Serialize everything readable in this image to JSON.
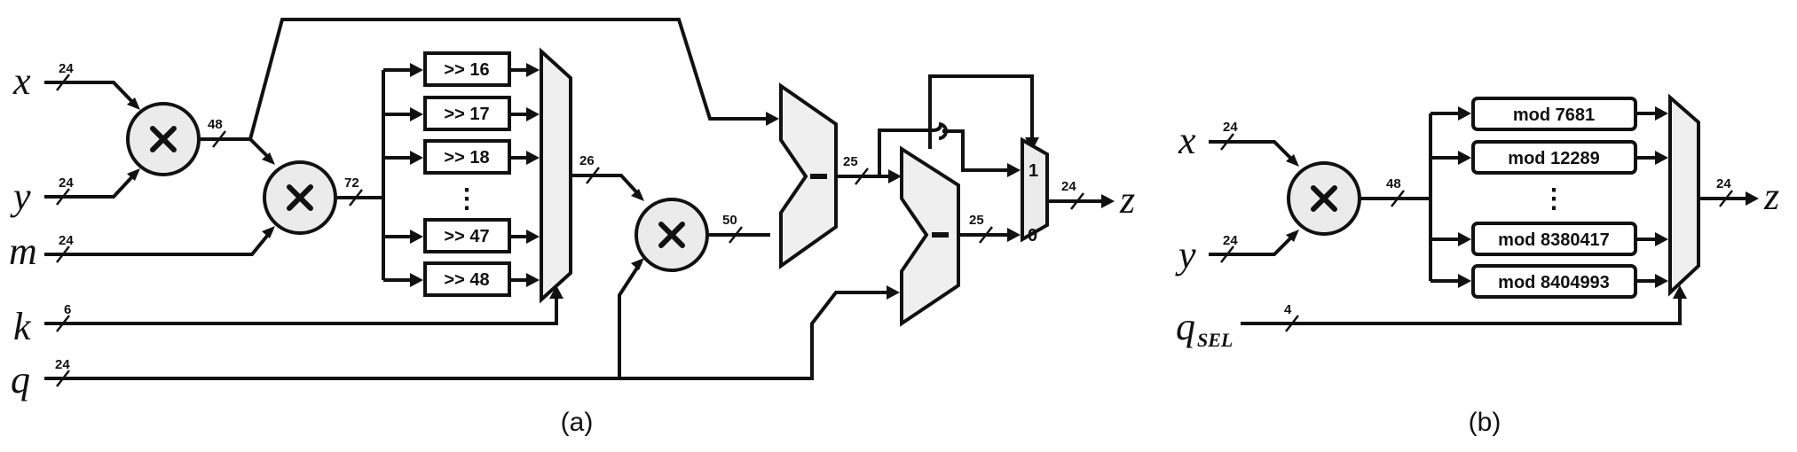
{
  "part_a": {
    "caption": "(a)",
    "inputs": {
      "x": "x",
      "y": "y",
      "m": "m",
      "k": "k",
      "q": "q"
    },
    "output": "z",
    "widths": {
      "x": "24",
      "y": "24",
      "m": "24",
      "k": "6",
      "q": "24",
      "mul1": "48",
      "mul2": "72",
      "shift_mux": "26",
      "mul3": "50",
      "sub1": "25",
      "sub2": "25",
      "out": "24"
    },
    "shifts": [
      ">> 16",
      ">> 17",
      ">> 18",
      ">> 47",
      ">> 48"
    ],
    "ellipsis": "⋮",
    "mux_inputs": [
      "1",
      "0"
    ]
  },
  "part_b": {
    "caption": "(b)",
    "inputs": {
      "x": "x",
      "y": "y",
      "q": "q",
      "q_sub": "SEL"
    },
    "output": "z",
    "widths": {
      "x": "24",
      "y": "24",
      "mul": "48",
      "q": "4",
      "out": "24"
    },
    "mods": [
      "mod 7681",
      "mod 12289",
      "mod 8380417",
      "mod 8404993"
    ],
    "ellipsis": "⋮"
  },
  "icons": {
    "multiplier": "multiply-cross-icon",
    "subtractor": "minus-icon",
    "arrow": "arrowhead-icon"
  }
}
